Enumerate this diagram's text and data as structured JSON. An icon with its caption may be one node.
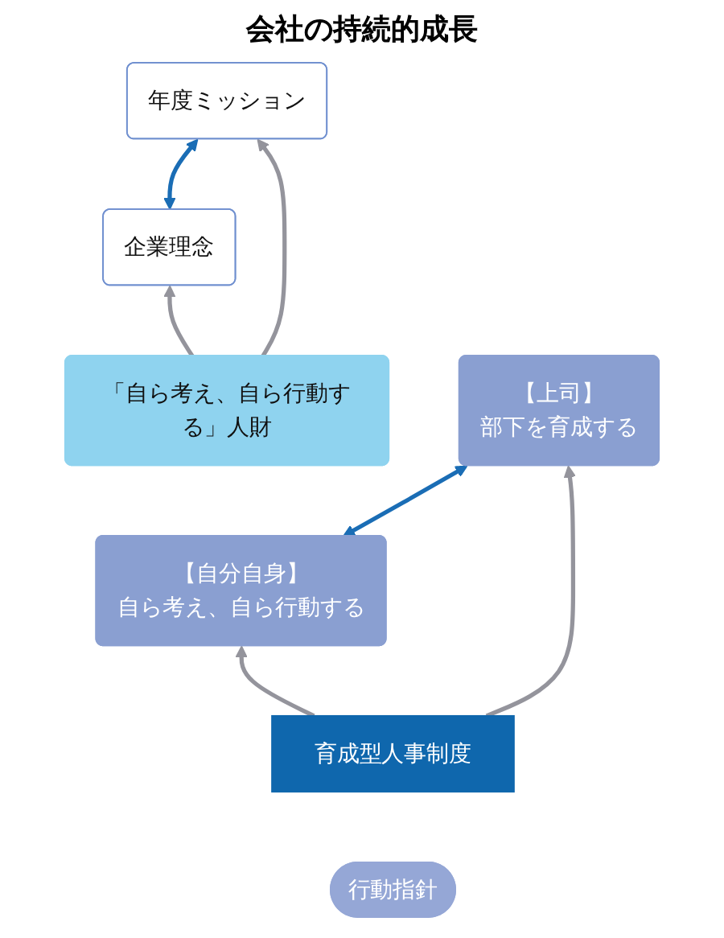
{
  "diagram": {
    "title": "会社の持続的成長",
    "nodes": [
      {
        "text": [
          "企業理念"
        ]
      },
      {
        "text": [
          "年度ミッション"
        ]
      },
      {
        "text": [
          "「自ら考え、自ら行動する」人財"
        ]
      },
      {
        "text": [
          "【自分自身】",
          "自ら考え、自ら行動する"
        ]
      },
      {
        "text": [
          "【上司】",
          "部下を育成する"
        ]
      },
      {
        "text": [
          "育成型人事制度"
        ]
      },
      {
        "text": [
          "行動指針"
        ]
      }
    ],
    "edges": [
      {
        "from": 0,
        "to": 1,
        "arrow": "both",
        "color": "#1a6db5"
      },
      {
        "from": 2,
        "to": 0,
        "arrow": "to"
      },
      {
        "from": 2,
        "to": 1,
        "arrow": "to"
      },
      {
        "from": 3,
        "to": 4,
        "arrow": "both",
        "color": "#1a6db5"
      },
      {
        "from": 5,
        "to": 3,
        "arrow": "to"
      },
      {
        "from": 5,
        "to": 4,
        "arrow": "to"
      }
    ]
  }
}
